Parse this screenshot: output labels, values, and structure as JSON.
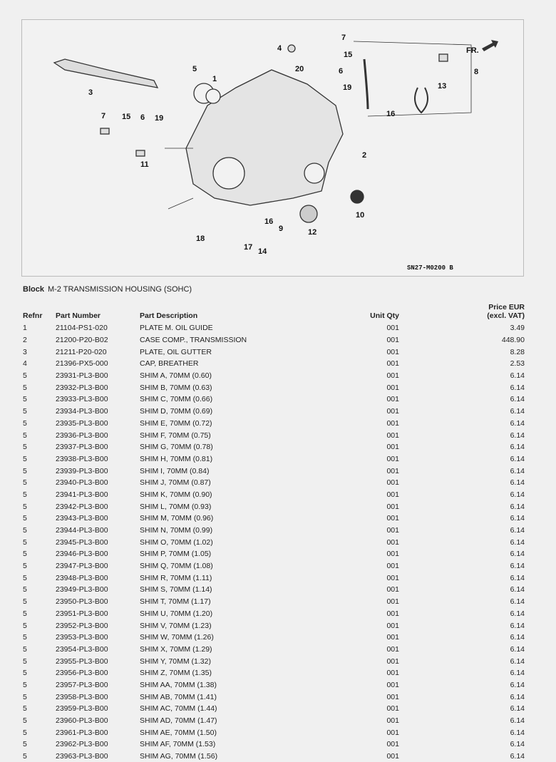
{
  "diagram": {
    "callouts": [
      "3",
      "5",
      "1",
      "4",
      "7",
      "15",
      "20",
      "6",
      "19",
      "8",
      "13",
      "16",
      "FR.",
      "7",
      "15",
      "6",
      "19",
      "11",
      "2",
      "10",
      "12",
      "9",
      "16",
      "18",
      "17",
      "14"
    ],
    "figure_code": "SN27-M0200 B"
  },
  "block": {
    "label": "Block",
    "title": "M-2 TRANSMISSION HOUSING (SOHC)"
  },
  "table": {
    "headers": {
      "refnr": "Refnr",
      "part_number": "Part Number",
      "description": "Part Description",
      "qty": "Unit Qty",
      "price_line1": "Price EUR",
      "price_line2": "(excl. VAT)"
    },
    "rows": [
      [
        "1",
        "21104-PS1-020",
        "PLATE M. OIL GUIDE",
        "001",
        "3.49"
      ],
      [
        "2",
        "21200-P20-B02",
        "CASE COMP., TRANSMISSION",
        "001",
        "448.90"
      ],
      [
        "3",
        "21211-P20-020",
        "PLATE, OIL GUTTER",
        "001",
        "8.28"
      ],
      [
        "4",
        "21396-PX5-000",
        "CAP, BREATHER",
        "001",
        "2.53"
      ],
      [
        "5",
        "23931-PL3-B00",
        "SHIM A, 70MM (0.60)",
        "001",
        "6.14"
      ],
      [
        "5",
        "23932-PL3-B00",
        "SHIM B, 70MM (0.63)",
        "001",
        "6.14"
      ],
      [
        "5",
        "23933-PL3-B00",
        "SHIM C, 70MM (0.66)",
        "001",
        "6.14"
      ],
      [
        "5",
        "23934-PL3-B00",
        "SHIM D, 70MM (0.69)",
        "001",
        "6.14"
      ],
      [
        "5",
        "23935-PL3-B00",
        "SHIM E, 70MM (0.72)",
        "001",
        "6.14"
      ],
      [
        "5",
        "23936-PL3-B00",
        "SHIM F, 70MM (0.75)",
        "001",
        "6.14"
      ],
      [
        "5",
        "23937-PL3-B00",
        "SHIM G, 70MM (0.78)",
        "001",
        "6.14"
      ],
      [
        "5",
        "23938-PL3-B00",
        "SHIM H, 70MM (0.81)",
        "001",
        "6.14"
      ],
      [
        "5",
        "23939-PL3-B00",
        "SHIM I, 70MM (0.84)",
        "001",
        "6.14"
      ],
      [
        "5",
        "23940-PL3-B00",
        "SHIM J, 70MM (0.87)",
        "001",
        "6.14"
      ],
      [
        "5",
        "23941-PL3-B00",
        "SHIM K, 70MM (0.90)",
        "001",
        "6.14"
      ],
      [
        "5",
        "23942-PL3-B00",
        "SHIM L, 70MM (0.93)",
        "001",
        "6.14"
      ],
      [
        "5",
        "23943-PL3-B00",
        "SHIM M, 70MM (0.96)",
        "001",
        "6.14"
      ],
      [
        "5",
        "23944-PL3-B00",
        "SHIM N, 70MM (0.99)",
        "001",
        "6.14"
      ],
      [
        "5",
        "23945-PL3-B00",
        "SHIM O, 70MM (1.02)",
        "001",
        "6.14"
      ],
      [
        "5",
        "23946-PL3-B00",
        "SHIM P, 70MM (1.05)",
        "001",
        "6.14"
      ],
      [
        "5",
        "23947-PL3-B00",
        "SHIM Q, 70MM (1.08)",
        "001",
        "6.14"
      ],
      [
        "5",
        "23948-PL3-B00",
        "SHIM R, 70MM (1.11)",
        "001",
        "6.14"
      ],
      [
        "5",
        "23949-PL3-B00",
        "SHIM S, 70MM (1.14)",
        "001",
        "6.14"
      ],
      [
        "5",
        "23950-PL3-B00",
        "SHIM T, 70MM (1.17)",
        "001",
        "6.14"
      ],
      [
        "5",
        "23951-PL3-B00",
        "SHIM U, 70MM (1.20)",
        "001",
        "6.14"
      ],
      [
        "5",
        "23952-PL3-B00",
        "SHIM V, 70MM (1.23)",
        "001",
        "6.14"
      ],
      [
        "5",
        "23953-PL3-B00",
        "SHIM W, 70MM (1.26)",
        "001",
        "6.14"
      ],
      [
        "5",
        "23954-PL3-B00",
        "SHIM X, 70MM (1.29)",
        "001",
        "6.14"
      ],
      [
        "5",
        "23955-PL3-B00",
        "SHIM Y, 70MM (1.32)",
        "001",
        "6.14"
      ],
      [
        "5",
        "23956-PL3-B00",
        "SHIM Z, 70MM (1.35)",
        "001",
        "6.14"
      ],
      [
        "5",
        "23957-PL3-B00",
        "SHIM AA, 70MM (1.38)",
        "001",
        "6.14"
      ],
      [
        "5",
        "23958-PL3-B00",
        "SHIM AB, 70MM (1.41)",
        "001",
        "6.14"
      ],
      [
        "5",
        "23959-PL3-B00",
        "SHIM AC, 70MM (1.44)",
        "001",
        "6.14"
      ],
      [
        "5",
        "23960-PL3-B00",
        "SHIM AD, 70MM (1.47)",
        "001",
        "6.14"
      ],
      [
        "5",
        "23961-PL3-B00",
        "SHIM AE, 70MM (1.50)",
        "001",
        "6.14"
      ],
      [
        "5",
        "23962-PL3-B00",
        "SHIM AF, 70MM (1.53)",
        "001",
        "6.14"
      ],
      [
        "5",
        "23963-PL3-B00",
        "SHIM AG, 70MM (1.56)",
        "001",
        "6.14"
      ]
    ]
  }
}
